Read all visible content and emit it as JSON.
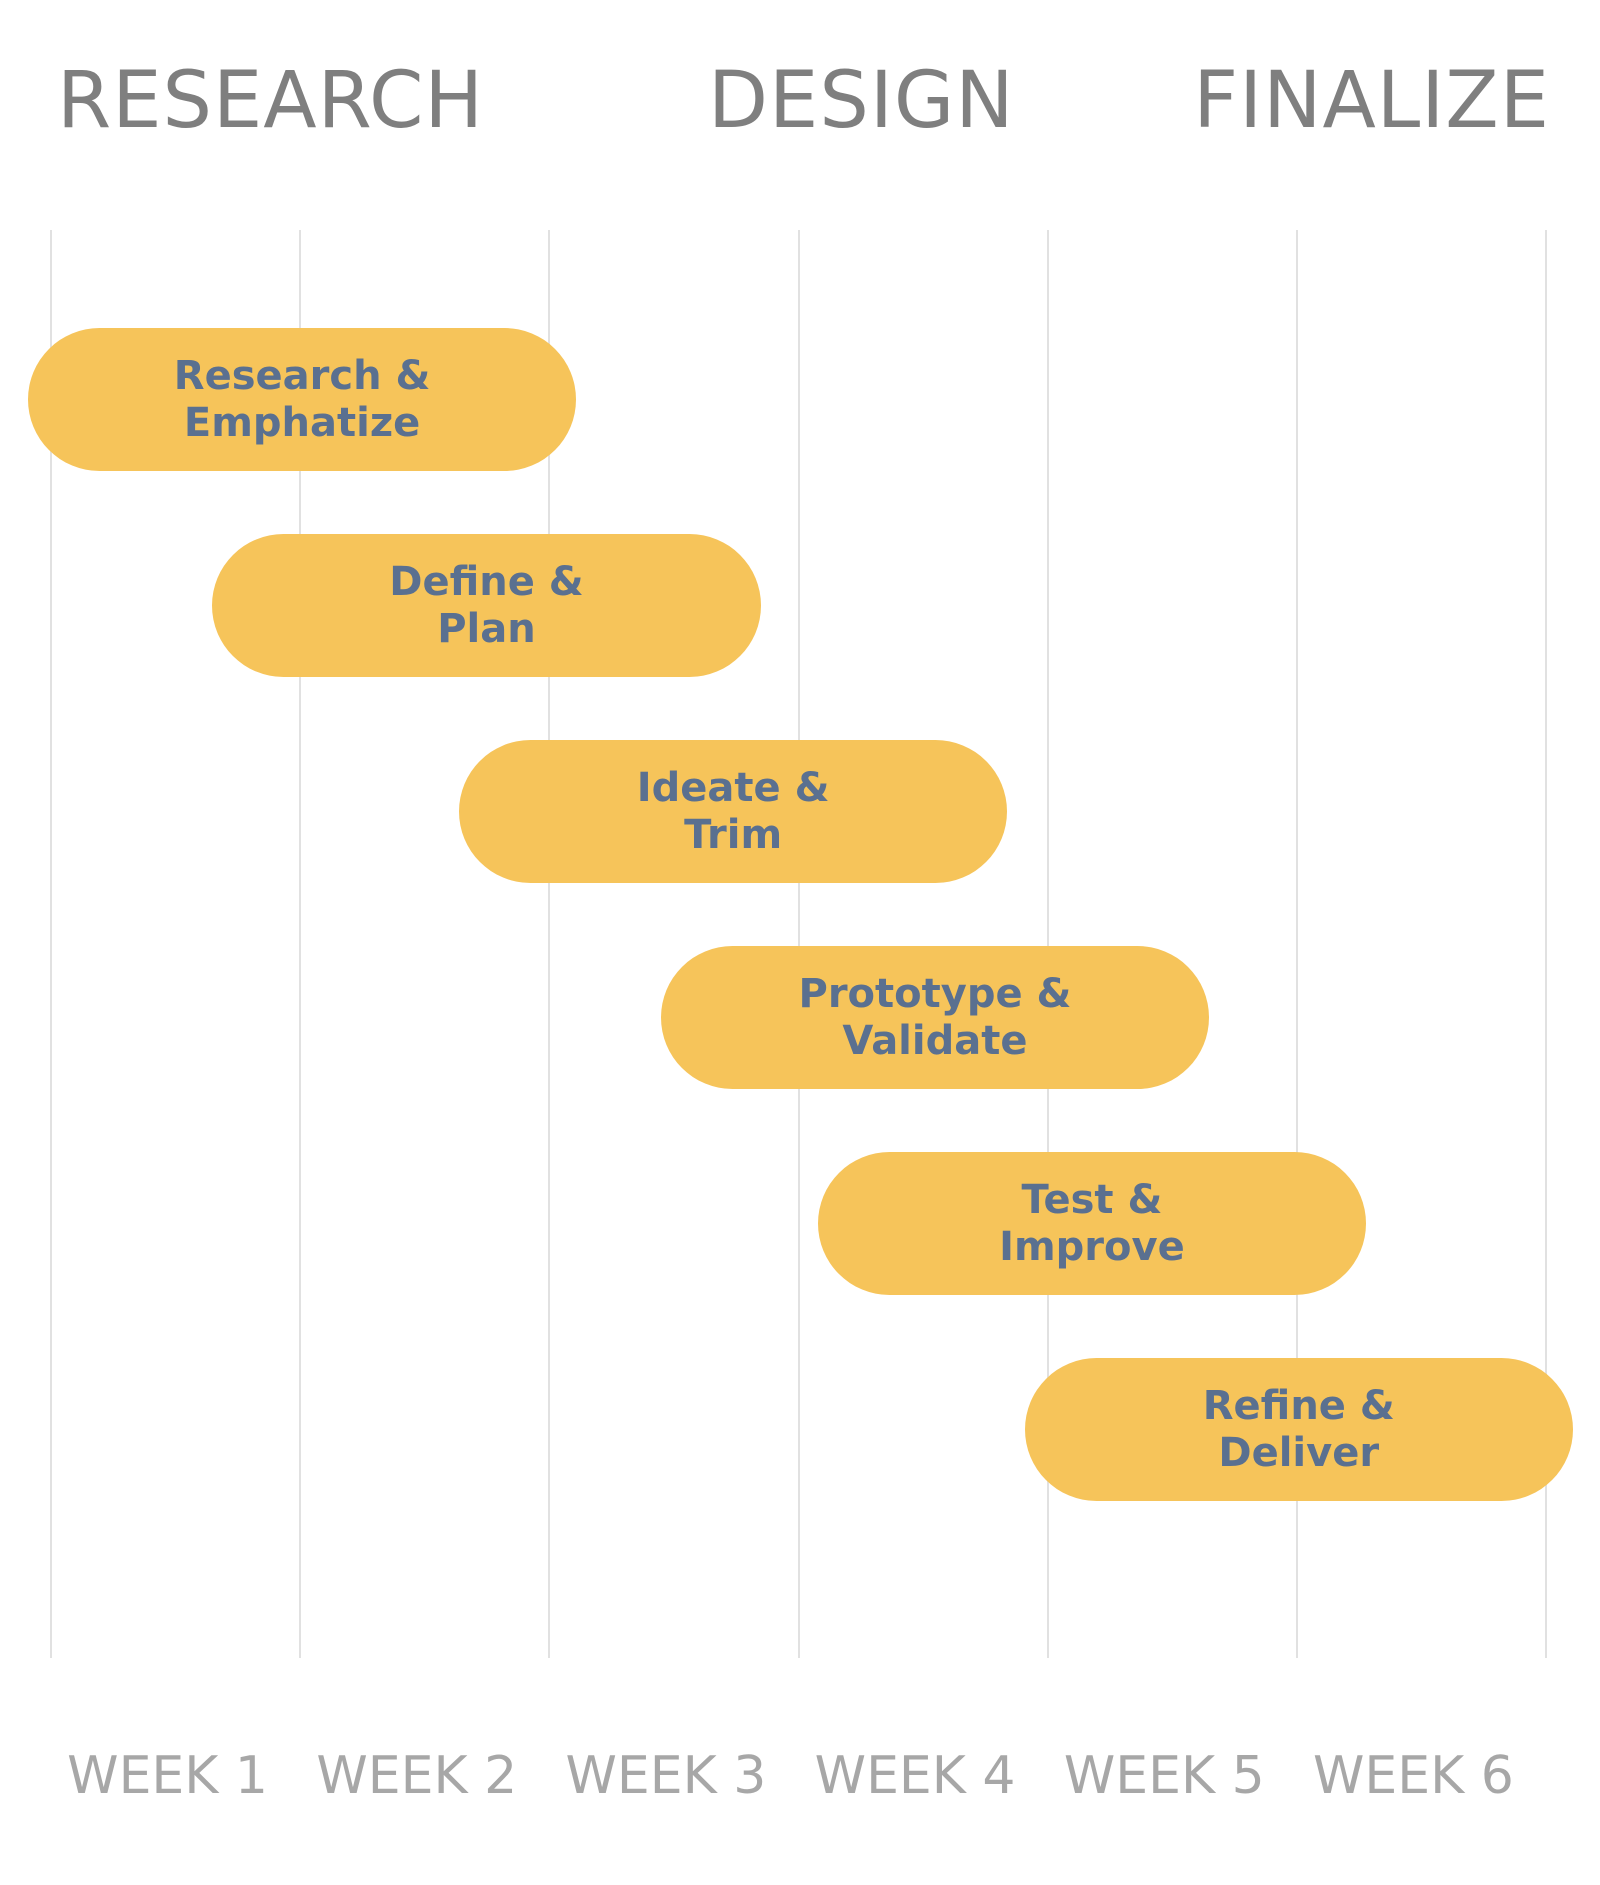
{
  "chart_data": {
    "type": "gantt",
    "phases": [
      "RESEARCH",
      "DESIGN",
      "FINALIZE"
    ],
    "weeks": [
      "WEEK 1",
      "WEEK 2",
      "WEEK 3",
      "WEEK 4",
      "WEEK 5",
      "WEEK 6"
    ],
    "x_range": [
      0,
      6
    ],
    "grid": true,
    "tasks": [
      {
        "label": "Research &\nEmphatize",
        "start": 0,
        "end": 2.2
      },
      {
        "label": "Define &\nPlan",
        "start": 0.74,
        "end": 2.94
      },
      {
        "label": "Ideate &\nTrim",
        "start": 1.73,
        "end": 3.93
      },
      {
        "label": "Prototype &\nValidate",
        "start": 2.54,
        "end": 4.74
      },
      {
        "label": "Test &\nImprove",
        "start": 3.17,
        "end": 5.37
      },
      {
        "label": "Refine &\nDeliver",
        "start": 4.0,
        "end": 6.2
      }
    ]
  },
  "colors": {
    "bar": "#F6C45A",
    "bar_text": "#5A7090",
    "phase_text": "#7F7F7F",
    "week_text": "#A7A7A7",
    "grid": "#E1E1E1"
  }
}
